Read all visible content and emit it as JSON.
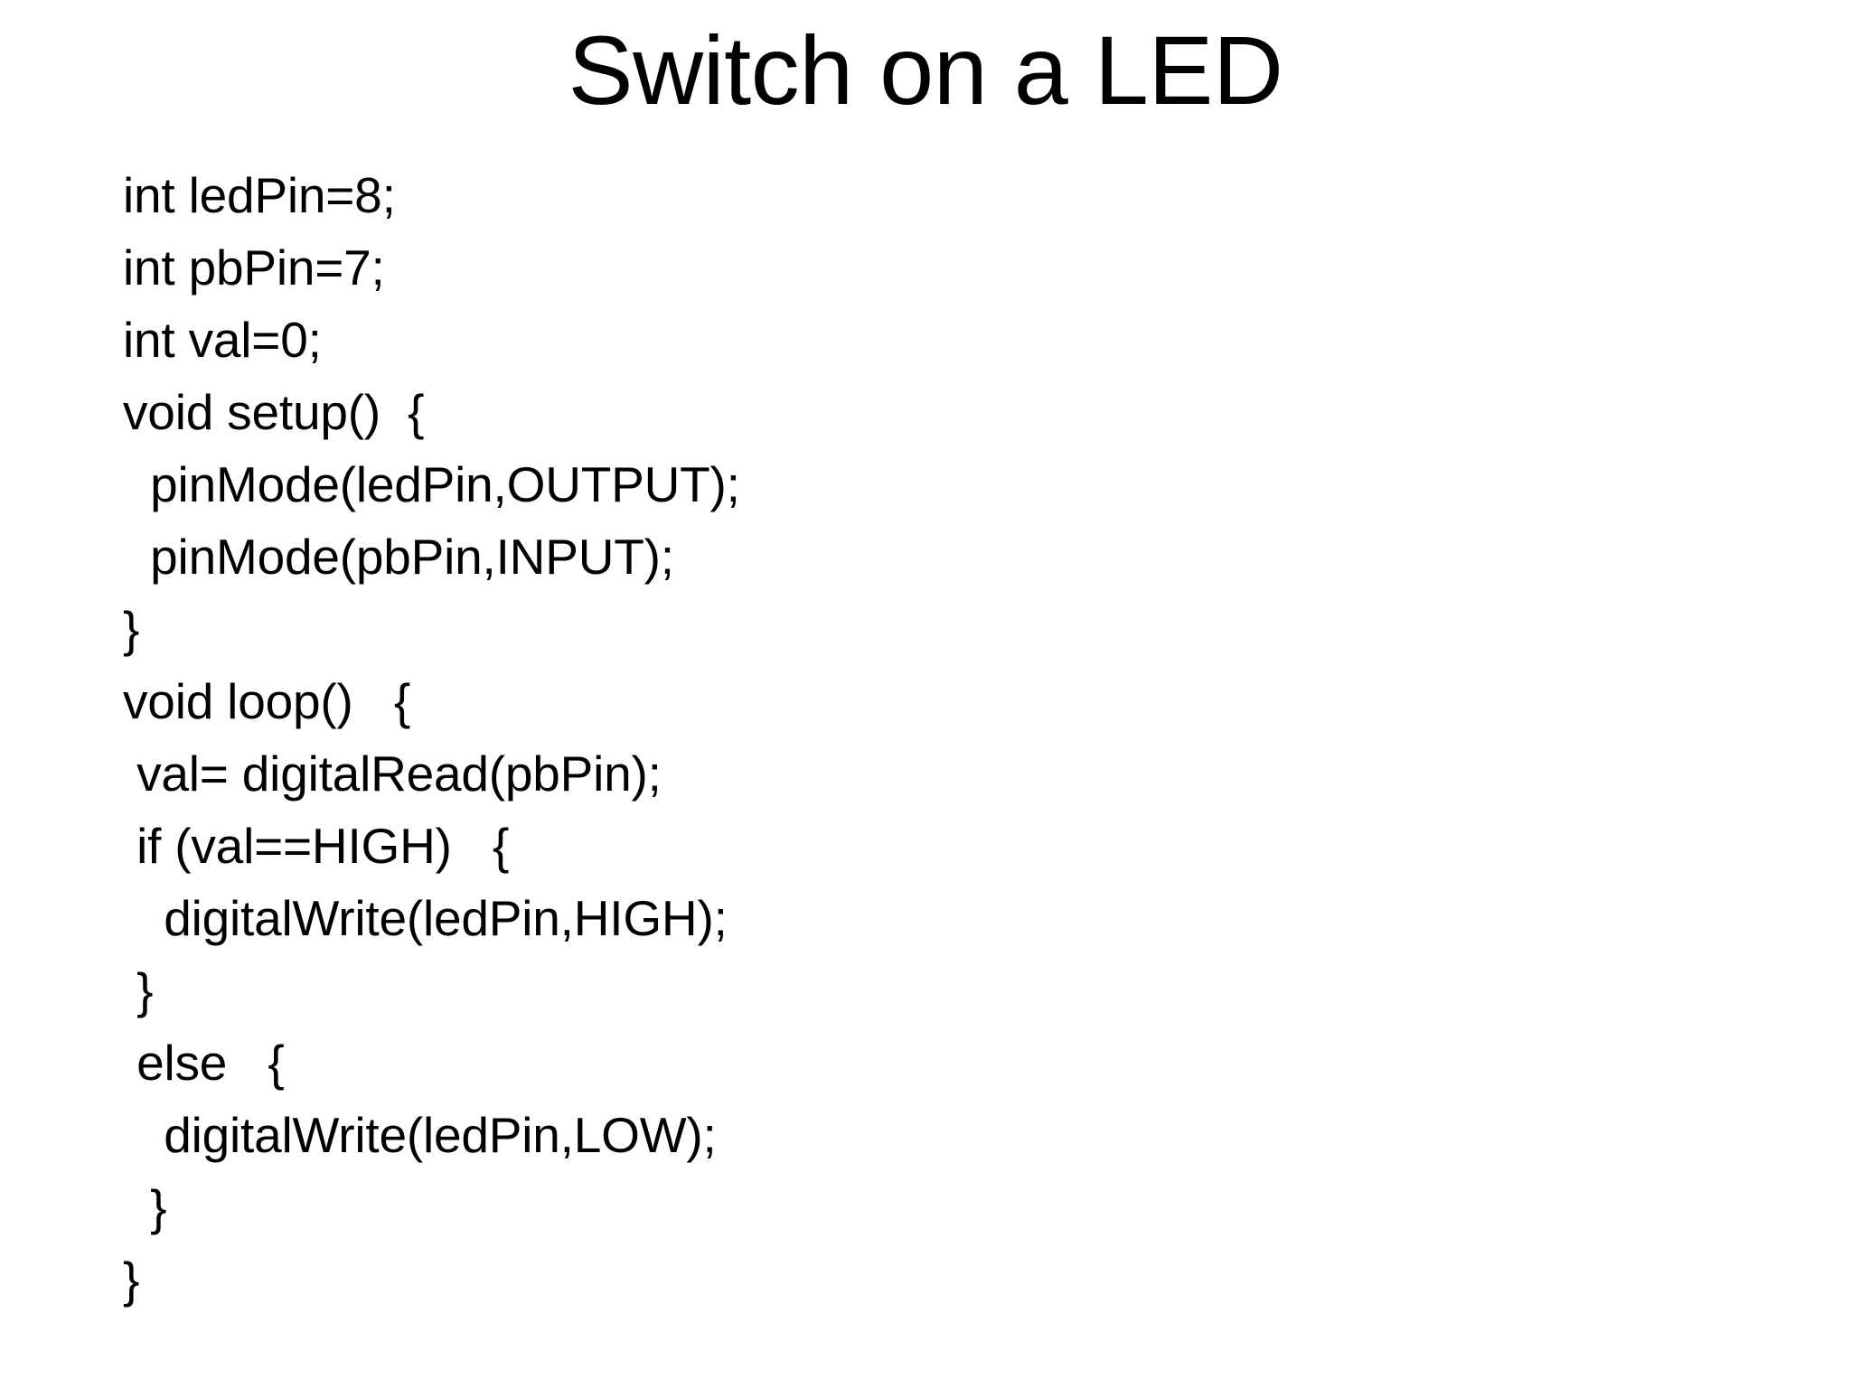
{
  "slide": {
    "title": "Switch on a LED",
    "background_color": "#ffffff",
    "text_color": "#000000",
    "code_lines": [
      "int ledPin=8;",
      "int pbPin=7;",
      "int val=0;",
      "void setup()  {",
      "  pinMode(ledPin,OUTPUT);",
      "  pinMode(pbPin,INPUT);",
      "}",
      "void loop()   {",
      " val= digitalRead(pbPin);",
      " if (val==HIGH)   {",
      "   digitalWrite(ledPin,HIGH);",
      " }",
      " else   {",
      "   digitalWrite(ledPin,LOW);",
      "  }",
      "}"
    ]
  }
}
